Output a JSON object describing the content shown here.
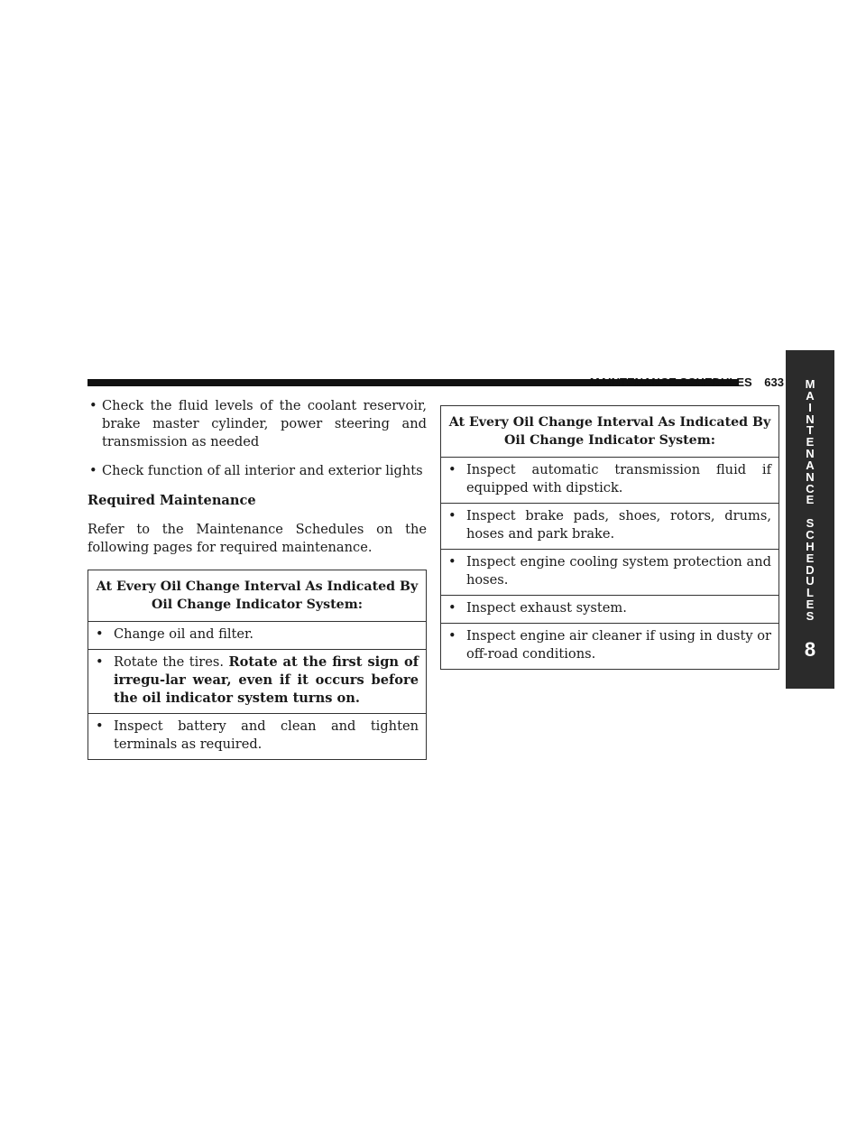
{
  "header": {
    "section_title": "MAINTENANCE SCHEDULES",
    "page_number": "633"
  },
  "side_tab": {
    "letters": [
      "M",
      "A",
      "I",
      "N",
      "T",
      "E",
      "N",
      "A",
      "N",
      "C",
      "E",
      " ",
      "S",
      "C",
      "H",
      "E",
      "D",
      "U",
      "L",
      "E",
      "S"
    ],
    "chapter_number": "8"
  },
  "left_column": {
    "bullets": [
      "Check the fluid levels of the coolant reservoir, brake master cylinder, power steering and transmission as needed",
      "Check function of all interior and exterior lights"
    ],
    "heading": "Required Maintenance",
    "intro": "Refer to the Maintenance Schedules on the following pages for required maintenance.",
    "box": {
      "title": "At Every Oil Change Interval As Indicated By Oil Change Indicator System:",
      "items": [
        {
          "text": "Change oil and filter.",
          "bold": ""
        },
        {
          "text": "Rotate the tires. ",
          "bold": "Rotate at the first sign of irregu-lar wear, even if it occurs before the oil indicator system turns on."
        },
        {
          "text": "Inspect battery and clean and tighten terminals as required.",
          "bold": ""
        }
      ]
    }
  },
  "right_column": {
    "box": {
      "title": "At Every Oil Change Interval As Indicated By Oil Change Indicator System:",
      "items": [
        "Inspect automatic transmission fluid if equipped with dipstick.",
        "Inspect brake pads, shoes, rotors, drums, hoses and park brake.",
        "Inspect engine cooling system protection and hoses.",
        "Inspect exhaust system.",
        "Inspect engine air cleaner if using in dusty or off-road conditions."
      ]
    }
  },
  "bullet_glyph": "•"
}
